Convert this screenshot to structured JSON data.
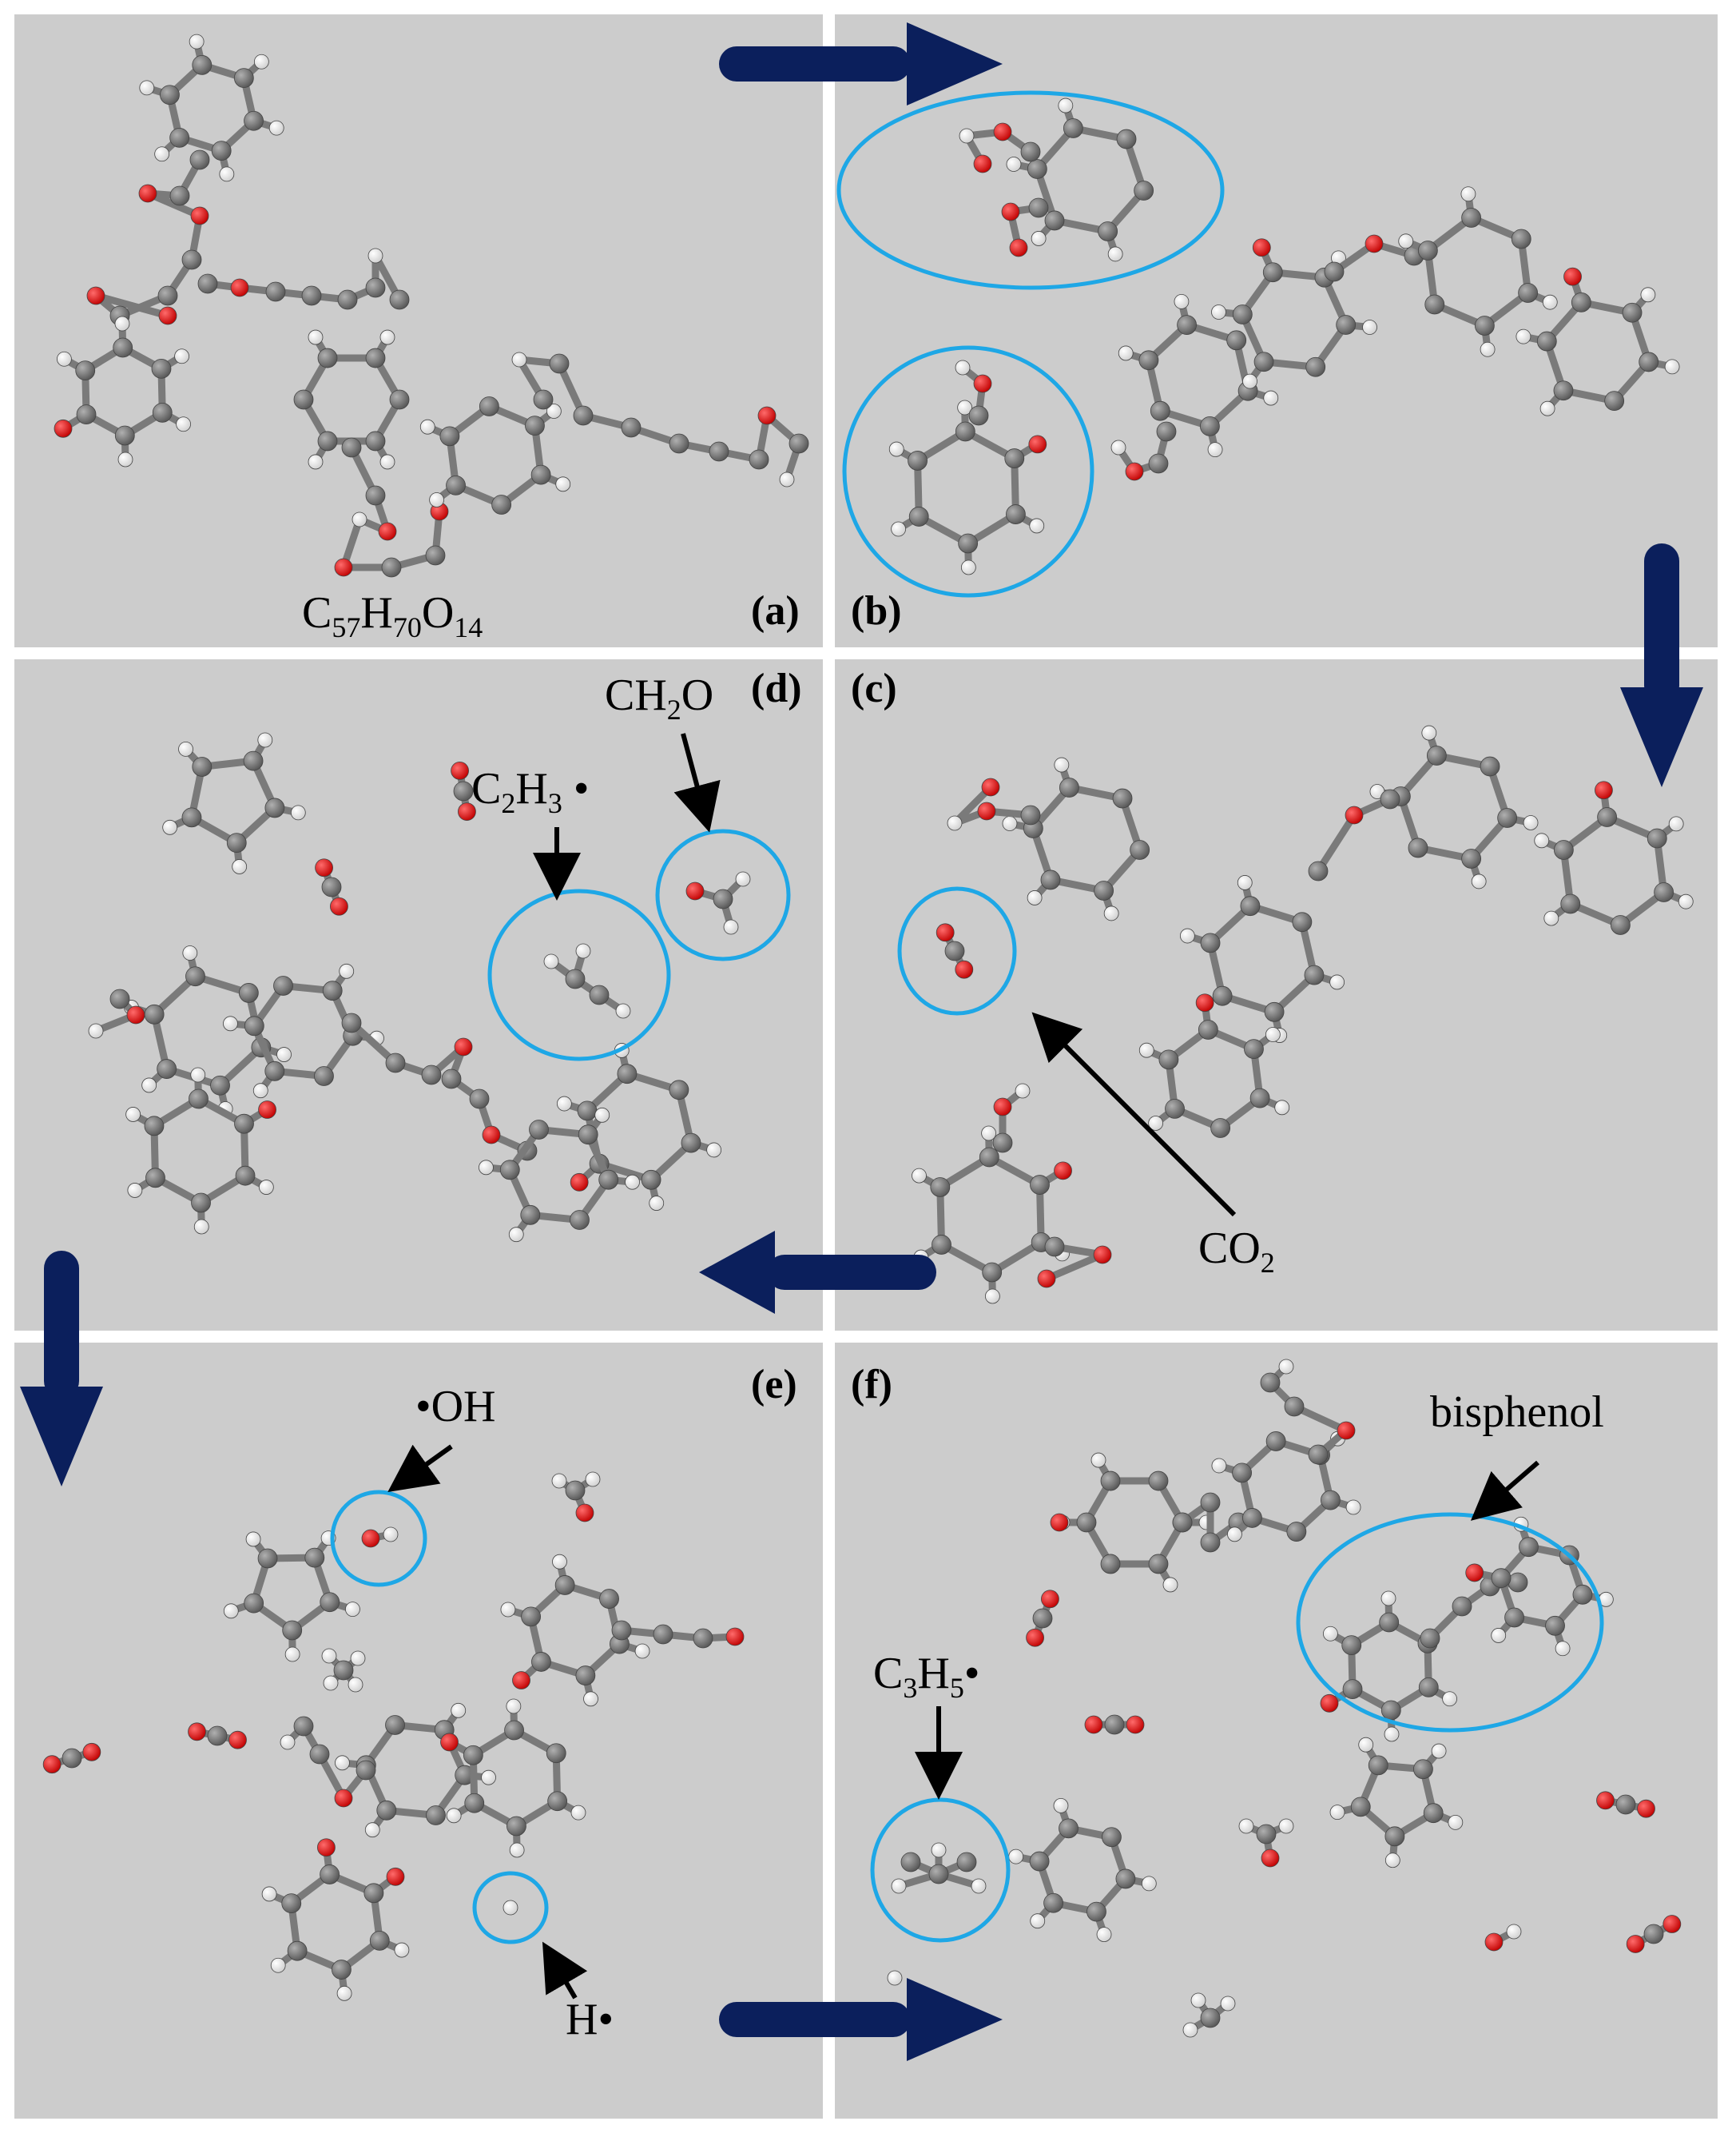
{
  "panels": {
    "a": {
      "tag": "(a)",
      "formula": {
        "parts": [
          [
            "C",
            "57"
          ],
          [
            "H",
            "70"
          ],
          [
            "O",
            "14"
          ]
        ]
      }
    },
    "b": {
      "tag": "(b)"
    },
    "c": {
      "tag": "(c)"
    },
    "d": {
      "tag": "(d)"
    },
    "e": {
      "tag": "(e)"
    },
    "f": {
      "tag": "(f)"
    }
  },
  "species": {
    "ch2o": {
      "parts": [
        [
          "CH",
          "2"
        ],
        [
          "O",
          ""
        ]
      ]
    },
    "c2h3": {
      "parts": [
        [
          "C",
          "2"
        ],
        [
          "H",
          "3"
        ]
      ],
      "suffix": " •"
    },
    "co2": {
      "parts": [
        [
          "CO",
          "2"
        ]
      ]
    },
    "oh": {
      "text": "•OH"
    },
    "h": {
      "text": "H•"
    },
    "c3h5": {
      "parts": [
        [
          "C",
          "3"
        ],
        [
          "H",
          "5"
        ]
      ],
      "suffix": "•"
    },
    "bisphenol": {
      "text": "bisphenol"
    }
  },
  "colors": {
    "panel_bg": "#cccccc",
    "carbon": "#6e6e6e",
    "oxygen": "#e31a1a",
    "hydrogen": "#f2f2f2",
    "highlight_circle": "#1ea7e6",
    "flow_arrow": "#0b1f5c",
    "callout_arrow": "#000000"
  }
}
